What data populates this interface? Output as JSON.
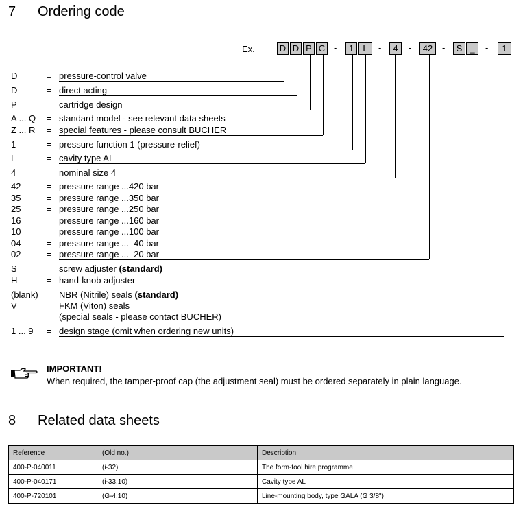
{
  "section7": {
    "number": "7",
    "title": "Ordering code"
  },
  "example": {
    "label": "Ex.",
    "boxes": [
      "D",
      "D",
      "P",
      "C",
      "1",
      "L",
      "4",
      "42",
      "S",
      "_",
      "1"
    ],
    "dash": "-"
  },
  "eq": "=",
  "rows": [
    {
      "code": "D",
      "desc": "pressure-control valve"
    },
    {
      "code": "D",
      "desc": "direct acting"
    },
    {
      "code": "P",
      "desc": "cartridge design"
    },
    {
      "code": "A ... Q",
      "desc": "standard model - see relevant data sheets"
    },
    {
      "code": "Z ... R",
      "desc": "special features - please consult BUCHER"
    },
    {
      "code": "1",
      "desc": "pressure function 1 (pressure-relief)"
    },
    {
      "code": "L",
      "desc": "cavity type AL"
    },
    {
      "code": "4",
      "desc": "nominal size 4"
    },
    {
      "code": "42",
      "desc": "pressure range ...420 bar"
    },
    {
      "code": "35",
      "desc": "pressure range ...350 bar"
    },
    {
      "code": "25",
      "desc": "pressure range ...250 bar"
    },
    {
      "code": "16",
      "desc": "pressure range ...160 bar"
    },
    {
      "code": "10",
      "desc": "pressure range ...100 bar"
    },
    {
      "code": "04",
      "desc": "pressure range ...  40 bar"
    },
    {
      "code": "02",
      "desc": "pressure range ...  20 bar"
    },
    {
      "code": "S",
      "desc": "screw adjuster",
      "bold": "(standard)"
    },
    {
      "code": "H",
      "desc": "hand-knob adjuster"
    },
    {
      "code": "(blank)",
      "desc": "NBR (Nitrile) seals ",
      "bold": "(standard)"
    },
    {
      "code": "V",
      "desc": "FKM (Viton) seals"
    },
    {
      "code": "",
      "desc": "(special seals - please contact BUCHER)"
    },
    {
      "code": "1 ... 9",
      "desc": "design stage (omit when ordering new units)"
    }
  ],
  "important": {
    "icon": "pointing-hand-icon",
    "heading": "IMPORTANT!",
    "text": "When required, the tamper-proof cap (the adjustment seal) must be ordered separately in plain language."
  },
  "section8": {
    "number": "8",
    "title": "Related data sheets"
  },
  "related": {
    "headers": [
      "Reference",
      "(Old no.)",
      "Description"
    ],
    "rows": [
      [
        "400-P-040011",
        "(i-32)",
        "The form-tool hire programme"
      ],
      [
        "400-P-040171",
        "(i-33.10)",
        "Cavity type AL"
      ],
      [
        "400-P-720101",
        "(G-4.10)",
        "Line-mounting body, type GALA  (G 3/8\")"
      ]
    ]
  }
}
